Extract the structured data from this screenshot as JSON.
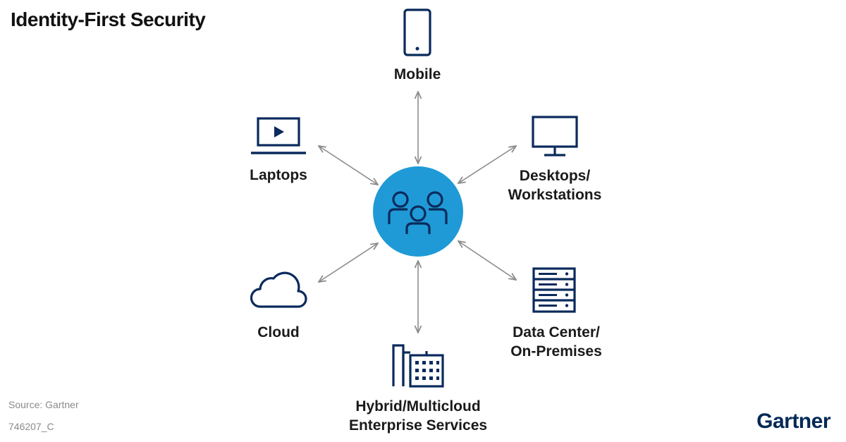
{
  "title": "Identity-First Security",
  "hub": {
    "icon": "users-group-icon",
    "color": "#1f9ad6"
  },
  "nodes": [
    {
      "id": "mobile",
      "label_lines": [
        "Mobile"
      ],
      "icon": "mobile-phone-icon"
    },
    {
      "id": "desktops",
      "label_lines": [
        "Desktops/",
        "Workstations"
      ],
      "icon": "desktop-monitor-icon"
    },
    {
      "id": "datacenter",
      "label_lines": [
        "Data Center/",
        "On-Premises"
      ],
      "icon": "server-rack-icon"
    },
    {
      "id": "hybrid",
      "label_lines": [
        "Hybrid/Multicloud",
        "Enterprise Services"
      ],
      "icon": "office-buildings-icon"
    },
    {
      "id": "cloud",
      "label_lines": [
        "Cloud"
      ],
      "icon": "cloud-icon"
    },
    {
      "id": "laptops",
      "label_lines": [
        "Laptops"
      ],
      "icon": "laptop-play-icon"
    }
  ],
  "footer": {
    "source": "Source: Gartner",
    "code": "746207_C",
    "brand": "Gartner"
  },
  "colors": {
    "icon_stroke": "#0a2a5c",
    "arrow": "#8c8c8c",
    "hub": "#1f9ad6"
  }
}
